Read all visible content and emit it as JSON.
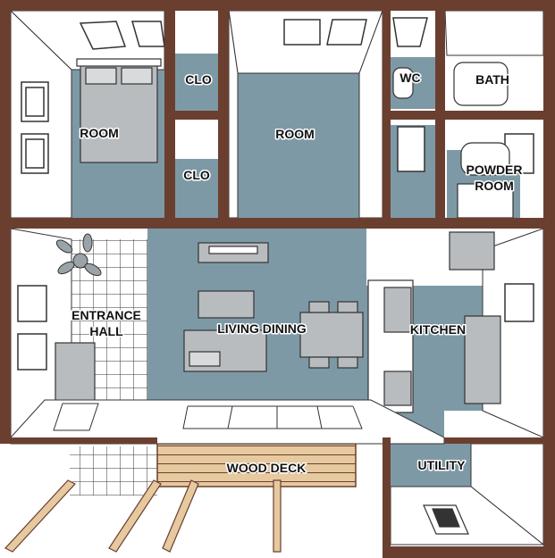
{
  "rooms": {
    "room_left": "ROOM",
    "clo_top": "CLO",
    "clo_bottom": "CLO",
    "room_center": "ROOM",
    "wc": "WC",
    "bath": "BATH",
    "powder_room_line1": "POWDER",
    "powder_room_line2": "ROOM",
    "entrance_hall_line1": "ENTRANCE",
    "entrance_hall_line2": "HALL",
    "living_dining": "LIVING DINING",
    "kitchen": "KITCHEN",
    "wood_deck": "WOOD DECK",
    "utility": "UTILITY"
  },
  "colors": {
    "wall": "#6b3f2f",
    "floor": "#7e99a6",
    "tile_line": "#333333",
    "furniture_fill": "#b9bcbf",
    "wood": "#e7c99f",
    "wall_face": "#ffffff"
  }
}
